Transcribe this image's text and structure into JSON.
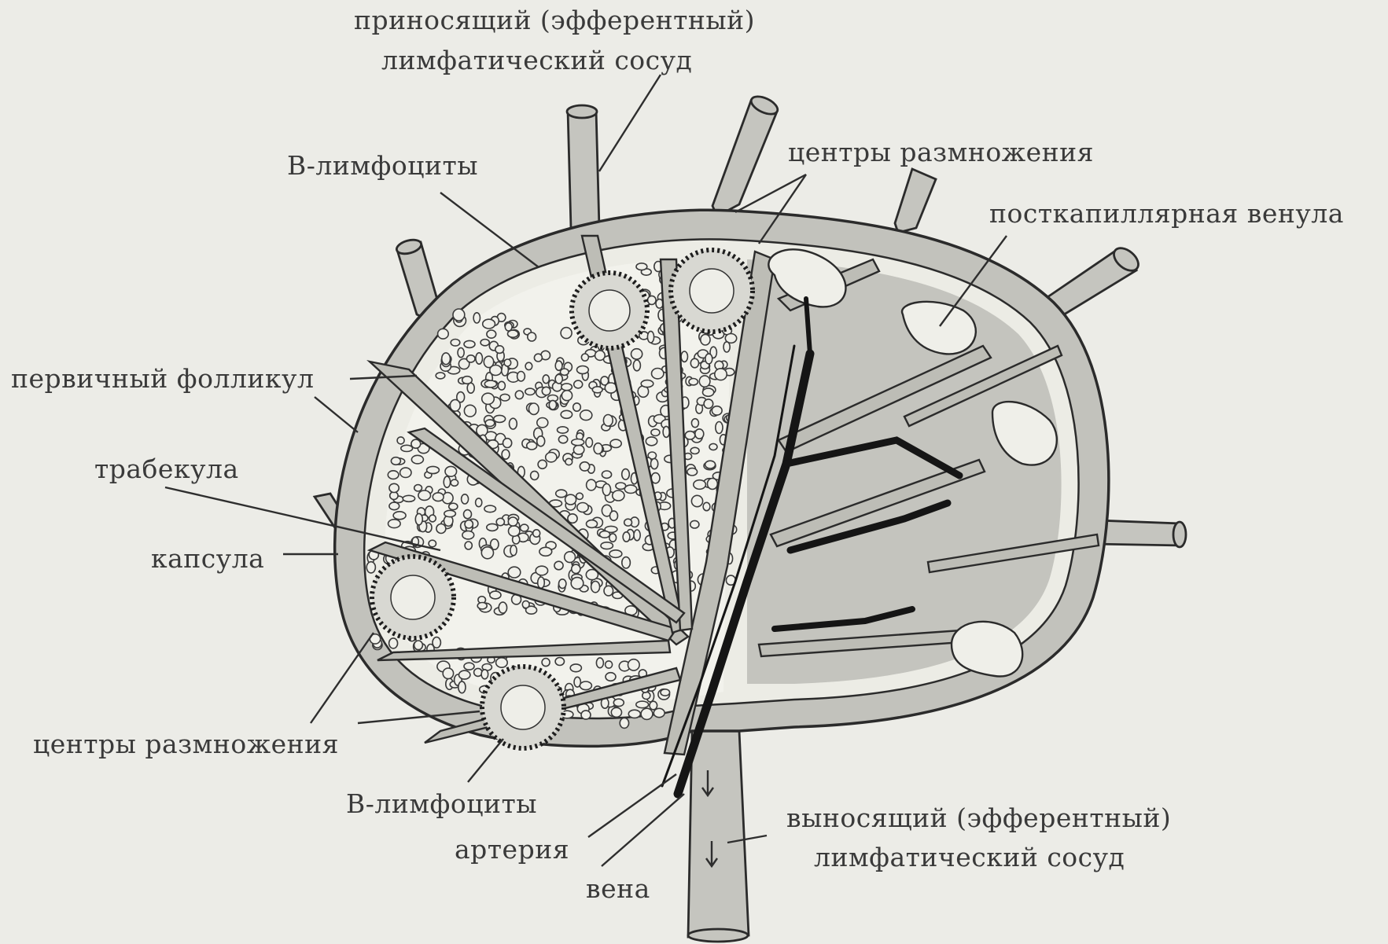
{
  "labels": {
    "afferent_line1": "приносящий (эфферентный)",
    "afferent_line2": "лимфатический сосуд",
    "b_lymphocytes_top": "В-лимфоциты",
    "germinal_centers_top": "центры размножения",
    "postcapillary_venule": "посткапиллярная венула",
    "primary_follicle": "первичный фолликул",
    "trabecula": "трабекула",
    "capsule": "капсула",
    "germinal_centers_bottom": "центры размножения",
    "b_lymphocytes_bottom": "В-лимфоциты",
    "artery": "артерия",
    "vein": "вена",
    "efferent_line1": "выносящий (эфферентный)",
    "efferent_line2": "лимфатический сосуд"
  },
  "colors": {
    "background": "#ecece7",
    "capsule_fill": "#c2c2bc",
    "ink": "#2b2b2b"
  }
}
